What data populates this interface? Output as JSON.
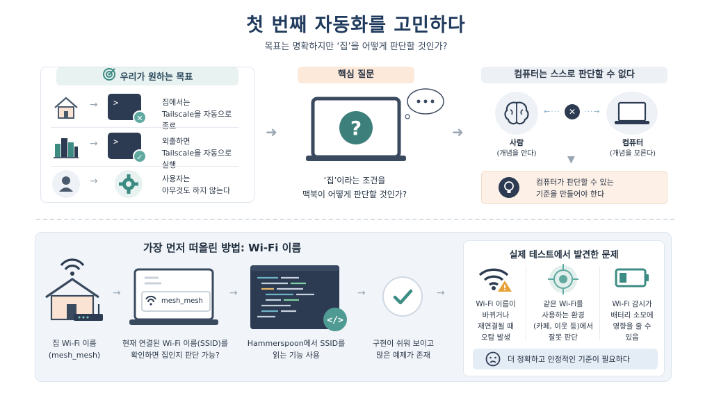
{
  "title": "첫 번째 자동화를 고민하다",
  "subtitle": "목표는 명확하지만 ‘집’을 어떻게 판단할 것인가?",
  "goals": {
    "header": "우리가 원하는 목표",
    "items": [
      {
        "line1": "집에서는",
        "line2": "Tailscale을 자동으로 종료"
      },
      {
        "line1": "외출하면",
        "line2": "Tailscale을 자동으로 실행"
      },
      {
        "line1": "사용자는",
        "line2": "아무것도 하지 않는다"
      }
    ]
  },
  "core": {
    "header": "핵심 질문",
    "question_line1": "‘집’이라는 조건을",
    "question_line2": "맥북이 어떻게 판단할 것인가?"
  },
  "judge": {
    "header": "컴퓨터는 스스로 판단할 수 없다",
    "human_label": "사람",
    "human_sub": "(개념을 안다)",
    "computer_label": "컴퓨터",
    "computer_sub": "(개념을 모른다)",
    "conclusion_line1": "컴퓨터가 판단할 수 있는",
    "conclusion_line2": "기준을 만들어야 한다"
  },
  "method": {
    "header": "가장 먼저 떠올린 방법: Wi-Fi 이름",
    "ssid": "mesh_mesh",
    "steps": [
      {
        "line1": "집 Wi-Fi 이름",
        "line2": "(mesh_mesh)"
      },
      {
        "line1": "현재 연결된 Wi-Fi 이름(SSID)를",
        "line2": "확인하면 집인지 판단 가능?"
      },
      {
        "line1": "Hammerspoon에서 SSID를",
        "line2": "읽는 기능 사용"
      },
      {
        "line1": "구현이 쉬워 보이고",
        "line2": "많은 예제가 존재"
      }
    ]
  },
  "issues": {
    "header": "실제 테스트에서 발견한 문제",
    "items": [
      {
        "lines": [
          "Wi-Fi 이름이",
          "바뀌거나",
          "재연결될 때",
          "오탐 발생"
        ]
      },
      {
        "lines": [
          "같은 Wi-Fi를",
          "사용하는 환경",
          "(카페, 이웃 등)에서",
          "잘못 판단"
        ]
      },
      {
        "lines": [
          "Wi-Fi 감시가",
          "배터리 소모에",
          "영향을 줄 수",
          "있음"
        ]
      }
    ],
    "footer": "더 정확하고 안정적인 기준이 필요하다"
  },
  "colors": {
    "accent_teal": "#3d8c84",
    "navy": "#1f3a5c",
    "peach": "#fde9d9",
    "warn": "#e8a23a"
  }
}
